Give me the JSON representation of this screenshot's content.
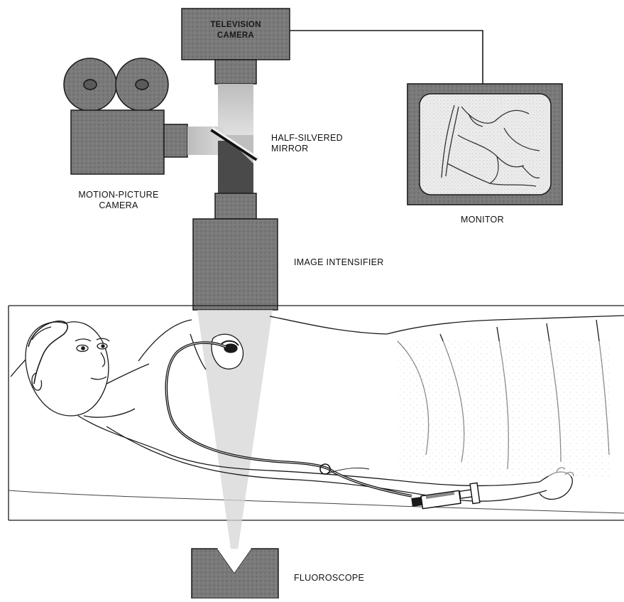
{
  "labels": {
    "television_camera": [
      "TELEVISION",
      "CAMERA"
    ],
    "half_silvered_mirror": [
      "HALF-SILVERED",
      "MIRROR"
    ],
    "motion_picture_camera": [
      "MOTION-PICTURE",
      "CAMERA"
    ],
    "monitor": "MONITOR",
    "image_intensifier": "IMAGE INTENSIFIER",
    "fluoroscope": "FLUOROSCOPE"
  },
  "colors": {
    "equipment_fill": "#6e6e6e",
    "equipment_dark": "#3a3a3a",
    "beam_light": "#cfcfcf",
    "line": "#1a1a1a"
  }
}
